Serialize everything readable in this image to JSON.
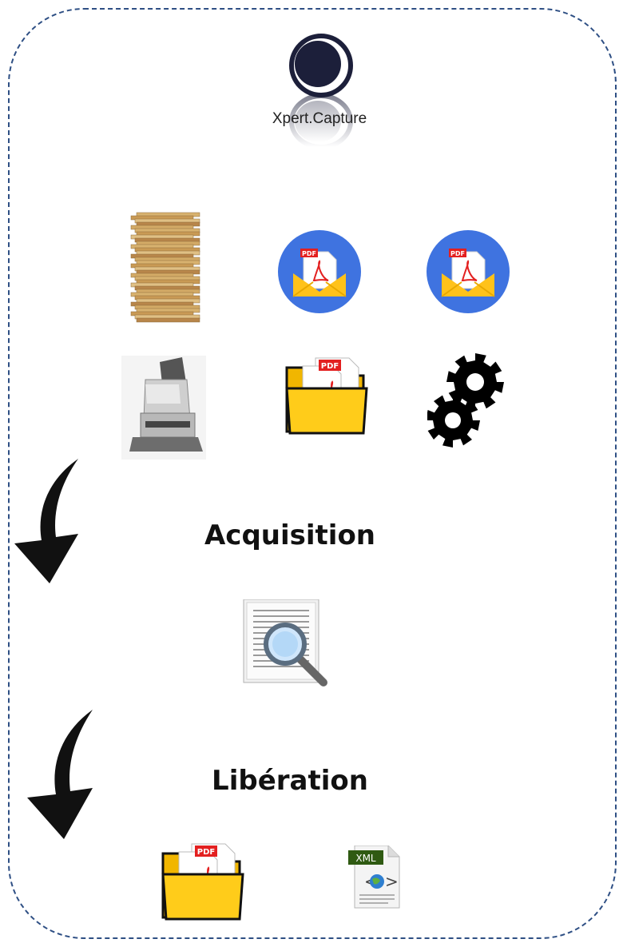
{
  "logo": {
    "brand_name": "Xpert.Capture"
  },
  "sources": {
    "items": [
      "paper-stack",
      "pdf-email",
      "pdf-email",
      "document-scanner",
      "pdf-folder",
      "gears"
    ]
  },
  "stages": {
    "acquisition": "Acquisition",
    "liberation": "Libération"
  },
  "outputs": {
    "xml_label": "XML",
    "pdf_label": "PDF"
  },
  "colors": {
    "frame": "#2e4f84",
    "email_circle": "#3f73e0",
    "folder": "#ffcc1a",
    "pdf_red": "#e32020"
  }
}
